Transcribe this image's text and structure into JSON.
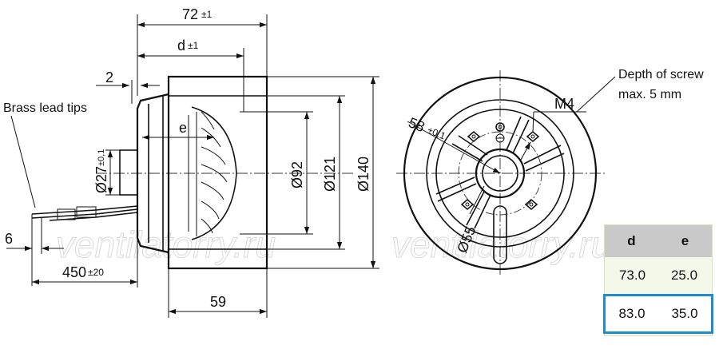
{
  "side_view": {
    "dim_overall": "72",
    "dim_overall_tol": "±1",
    "dim_d": "d",
    "dim_d_tol": "±1",
    "dim_2": "2",
    "dim_e": "e",
    "dim_27": "Ø27",
    "dim_27_tol": "±0,1",
    "dim_92": "Ø92",
    "dim_121": "Ø121",
    "dim_140": "Ø140",
    "dim_59": "59",
    "dim_6": "6",
    "dim_450": "450",
    "dim_450_tol": "±20",
    "brass_label": "Brass lead tips"
  },
  "front_view": {
    "dim_58": "58",
    "dim_58_tol": "±0,1",
    "dim_55": "Ø55",
    "thread": "M4",
    "screw_note_line1": "Depth of screw",
    "screw_note_line2": "max. 5 mm"
  },
  "watermark": "ventilatorry.ru",
  "table": {
    "headers": [
      "d",
      "e"
    ],
    "rows": [
      {
        "d": "73.0",
        "e": "25.0"
      },
      {
        "d": "83.0",
        "e": "35.0"
      }
    ],
    "highlight_color": "#1f8ccc"
  }
}
